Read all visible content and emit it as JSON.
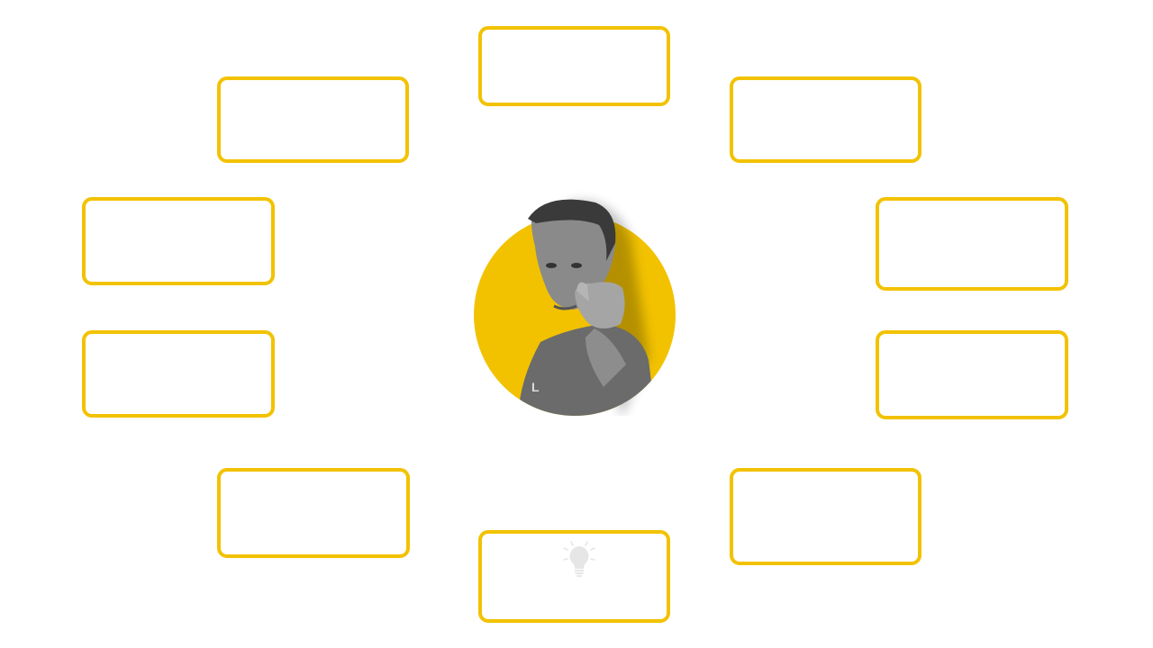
{
  "colors": {
    "accent": "#F2C200",
    "icon_gray": "#E6E6E6"
  },
  "center": {
    "image": "portrait-pointing-man"
  },
  "boxes": [
    {
      "id": 1,
      "icon": null
    },
    {
      "id": 2,
      "icon": null
    },
    {
      "id": 3,
      "icon": null
    },
    {
      "id": 4,
      "icon": null
    },
    {
      "id": 5,
      "icon": null
    },
    {
      "id": 6,
      "icon": null
    },
    {
      "id": 7,
      "icon": null
    },
    {
      "id": 8,
      "icon": null
    },
    {
      "id": 9,
      "icon": null
    },
    {
      "id": 10,
      "icon": "lightbulb-icon"
    }
  ]
}
